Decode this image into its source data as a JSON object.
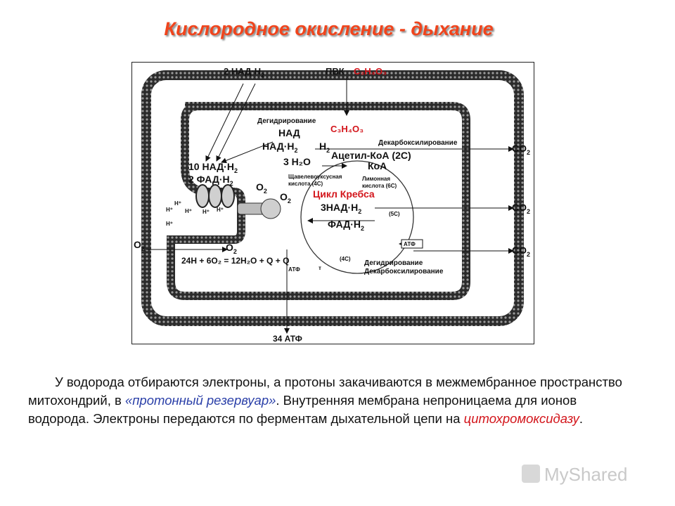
{
  "title": "Кислородное окисление - дыхание",
  "diagram": {
    "nadh_top": "2 НАД·Н",
    "nadh_top_sub": "2",
    "pvk": "ПВК",
    "pvk_formula": "C₃H₄O₃",
    "pvk_formula_inner": "C₃H₄O₃",
    "dehydrogenation_top": "Дегидрирование",
    "decarboxylation_top": "Декарбоксилирование",
    "nad": "НАД",
    "nadh2": "НАД·Н",
    "nadh2_sub": "2",
    "h2": "Н",
    "h2_sub": "2",
    "acetyl_coa": "Ацетил-КоА (2С)",
    "coa": "КоА",
    "water": "3 Н₂О",
    "oxaloacetic": [
      "Щавелевоуксусная",
      "кислота (4С)"
    ],
    "citric": [
      "Лимонная",
      "кислота (6С)"
    ],
    "krebs": "Цикл Кребса",
    "three_nadh": "3НАД·Н",
    "three_nadh_sub": "2",
    "fadh": "ФАД·Н",
    "fadh_sub": "2",
    "five_c": "(5С)",
    "four_c": "(4С)",
    "atp_box": "АТФ",
    "ten_nadh": "10  НАД·Н",
    "ten_nadh_sub": "2",
    "two_fadh": "2  ФАД·Н",
    "two_fadh_sub": "2",
    "o2_a": "O",
    "o2_b": "O",
    "o2_left": "O",
    "o2_mid": "O",
    "o2_sub": "2",
    "protons": "Н⁺",
    "equation": "24Н + 6О₂ = 12Н₂О + Q    + Q",
    "eq_atf": "АТФ",
    "eq_t": "т",
    "co2": "CO",
    "co2_sub": "2",
    "dehydrogenation_bottom": "Дегидрирование",
    "decarboxylation_bottom": "Декарбоксилирование",
    "atp34": "34  АТФ"
  },
  "body": {
    "part1": "У водорода отбираются электроны, а протоны закачиваются в межмембранное пространство митохондрий, в ",
    "part2": "«протонный резервуар»",
    "part3": ". Внутренняя мембрана непроницаема для ионов водорода. Электроны передаются по ферментам дыхательной цепи на ",
    "part4": "цитохромоксидазу",
    "part5": "."
  },
  "watermark": "MyShared"
}
